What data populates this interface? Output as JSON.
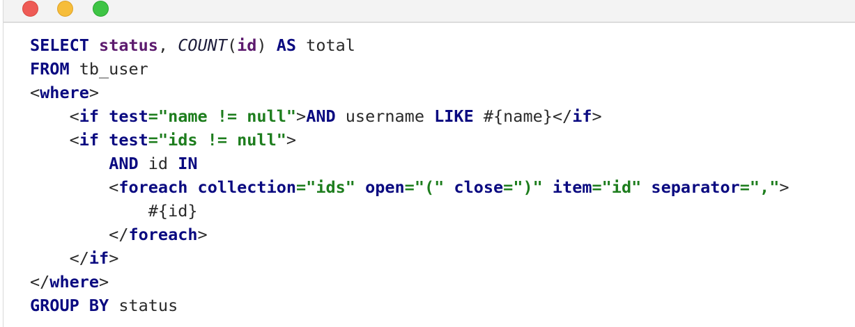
{
  "window": {
    "controls": [
      "close",
      "minimize",
      "maximize"
    ]
  },
  "code_lines": [
    [
      {
        "t": "SELECT",
        "c": "kw"
      },
      {
        "t": " ",
        "c": "txt"
      },
      {
        "t": "status",
        "c": "fld"
      },
      {
        "t": ", ",
        "c": "txt"
      },
      {
        "t": "COUNT",
        "c": "fn"
      },
      {
        "t": "(",
        "c": "txt"
      },
      {
        "t": "id",
        "c": "fld"
      },
      {
        "t": ") ",
        "c": "txt"
      },
      {
        "t": "AS",
        "c": "kw"
      },
      {
        "t": " total",
        "c": "txt"
      }
    ],
    [
      {
        "t": "FROM",
        "c": "kw"
      },
      {
        "t": " tb_user",
        "c": "txt"
      }
    ],
    [
      {
        "t": "<",
        "c": "txt"
      },
      {
        "t": "where",
        "c": "tag"
      },
      {
        "t": ">",
        "c": "txt"
      }
    ],
    [
      {
        "t": "    <",
        "c": "txt"
      },
      {
        "t": "if",
        "c": "tag"
      },
      {
        "t": " ",
        "c": "txt"
      },
      {
        "t": "test",
        "c": "attr"
      },
      {
        "t": "=\"name != null\"",
        "c": "str"
      },
      {
        "t": ">",
        "c": "txt"
      },
      {
        "t": "AND",
        "c": "kw"
      },
      {
        "t": " username ",
        "c": "txt"
      },
      {
        "t": "LIKE",
        "c": "kw"
      },
      {
        "t": " #{name}</",
        "c": "txt"
      },
      {
        "t": "if",
        "c": "tag"
      },
      {
        "t": ">",
        "c": "txt"
      }
    ],
    [
      {
        "t": "    <",
        "c": "txt"
      },
      {
        "t": "if",
        "c": "tag"
      },
      {
        "t": " ",
        "c": "txt"
      },
      {
        "t": "test",
        "c": "attr"
      },
      {
        "t": "=\"ids != null\"",
        "c": "str"
      },
      {
        "t": ">",
        "c": "txt"
      }
    ],
    [
      {
        "t": "        ",
        "c": "txt"
      },
      {
        "t": "AND",
        "c": "kw"
      },
      {
        "t": " id ",
        "c": "txt"
      },
      {
        "t": "IN",
        "c": "kw"
      }
    ],
    [
      {
        "t": "        <",
        "c": "txt"
      },
      {
        "t": "foreach",
        "c": "tag"
      },
      {
        "t": " ",
        "c": "txt"
      },
      {
        "t": "collection",
        "c": "attr"
      },
      {
        "t": "=\"ids\"",
        "c": "str"
      },
      {
        "t": " ",
        "c": "txt"
      },
      {
        "t": "open",
        "c": "attr"
      },
      {
        "t": "=\"(\"",
        "c": "str"
      },
      {
        "t": " ",
        "c": "txt"
      },
      {
        "t": "close",
        "c": "attr"
      },
      {
        "t": "=\")\"",
        "c": "str"
      },
      {
        "t": " ",
        "c": "txt"
      },
      {
        "t": "item",
        "c": "attr"
      },
      {
        "t": "=\"id\"",
        "c": "str"
      },
      {
        "t": " ",
        "c": "txt"
      },
      {
        "t": "separator",
        "c": "attr"
      },
      {
        "t": "=\",\"",
        "c": "str"
      },
      {
        "t": ">",
        "c": "txt"
      }
    ],
    [
      {
        "t": "            #{id}",
        "c": "txt"
      }
    ],
    [
      {
        "t": "        </",
        "c": "txt"
      },
      {
        "t": "foreach",
        "c": "tag"
      },
      {
        "t": ">",
        "c": "txt"
      }
    ],
    [
      {
        "t": "    </",
        "c": "txt"
      },
      {
        "t": "if",
        "c": "tag"
      },
      {
        "t": ">",
        "c": "txt"
      }
    ],
    [
      {
        "t": "</",
        "c": "txt"
      },
      {
        "t": "where",
        "c": "tag"
      },
      {
        "t": ">",
        "c": "txt"
      }
    ],
    [
      {
        "t": "GROUP BY",
        "c": "kw"
      },
      {
        "t": " status",
        "c": "txt"
      }
    ]
  ]
}
